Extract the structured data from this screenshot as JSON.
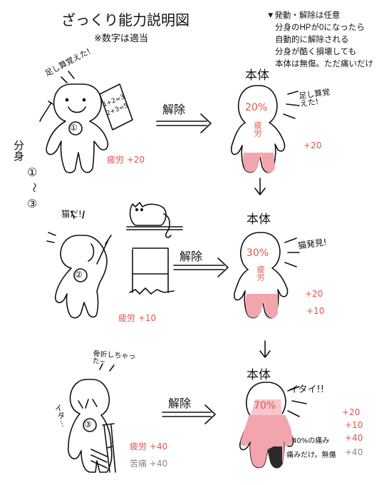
{
  "title": "ざっくり能力説明図",
  "subtitle": "※数字は適当",
  "notes": [
    "▼発動・解除は任意",
    "分身のHPが0になったら",
    "自動的に解除される",
    "分身が酷く損壊しても",
    "本体は無傷。ただ痛いだけ"
  ],
  "clone_label": "分身",
  "clone_range": [
    "①",
    "〜",
    "③"
  ],
  "panels": [
    {
      "clone_speech": "足し算覚えた!",
      "paper_text": "1+2=3 2+3=5",
      "clone_number": "①",
      "clone_fatigue": "疲労 +20",
      "release_label": "解除",
      "main_label": "本体",
      "main_percent": "20%",
      "main_fatigue": "疲労",
      "main_speech": "足し算覚えた!",
      "main_additions": [
        "+20"
      ]
    },
    {
      "clone_speech": "猫だ!",
      "clone_number": "②",
      "clone_fatigue": "疲労 +10",
      "release_label": "解除",
      "main_label": "本体",
      "main_percent": "30%",
      "main_fatigue": "疲労",
      "main_speech": "猫発見!",
      "main_additions": [
        "+20",
        "+10"
      ]
    },
    {
      "clone_speech": "骨折しちゃった~",
      "clone_side_text": "イタ…",
      "clone_number": "③",
      "clone_fatigue": "疲労 +40",
      "clone_pain": "苦痛 +40",
      "release_label": "解除",
      "main_label": "本体",
      "main_percent": "70%",
      "main_speech": "イタイ!!",
      "main_additions": [
        "+20",
        "+10",
        "+40"
      ],
      "pain_note": "40%の痛み",
      "pain_note2": "痛みだけ。無傷",
      "pain_value": "+40"
    }
  ],
  "colors": {
    "ink": "#111111",
    "red": "#e0544f",
    "pink": "#f2a5ad",
    "gray": "#8a8a8a"
  }
}
